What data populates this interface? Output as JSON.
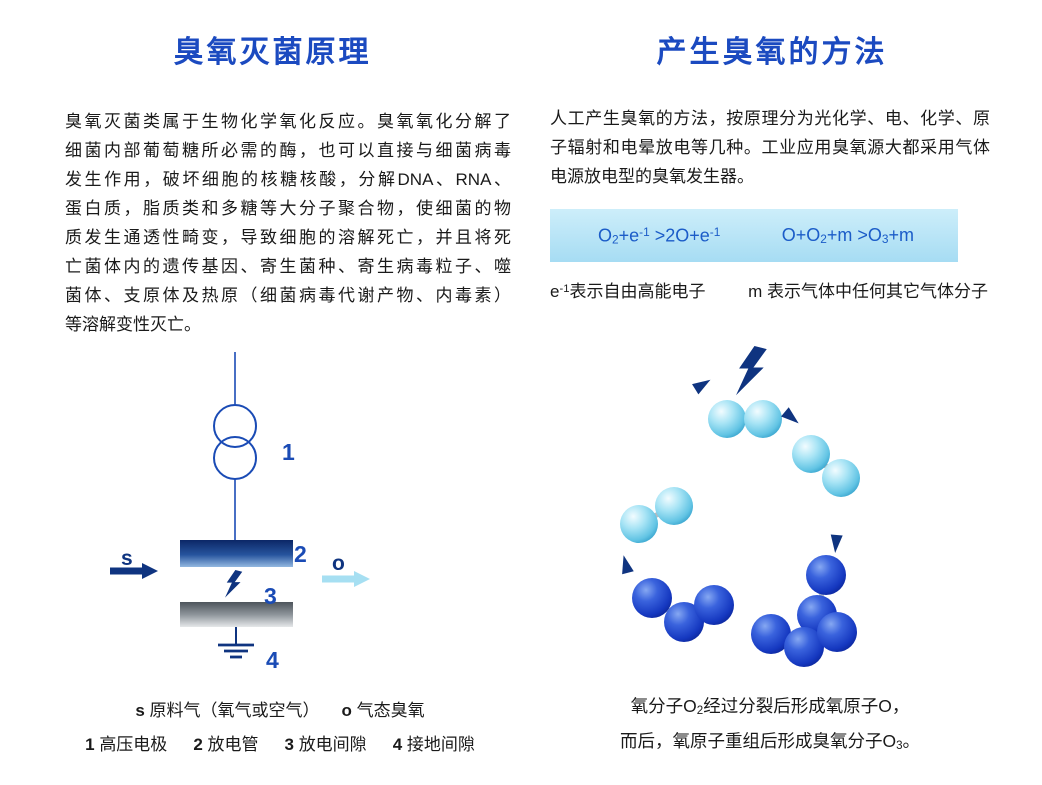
{
  "colors": {
    "title_blue": "#1b4ac0",
    "diagram_label_blue": "#1a4bb5",
    "navy": "#0f3480",
    "equation_blue": "#1b5cc8",
    "equation_box_bg": "#a6dcf3",
    "cyan_arrow": "#a6dff2",
    "oxygen_molecule_cyan": "#62c4e4",
    "ozone_molecule_blue": "#1538c0"
  },
  "icons": {
    "lightning_bolt": "svg-bolt-shape (electric discharge)",
    "flow_arrow": "svg-triangle (cycle direction)",
    "transformer": "two overlapping circles (high-voltage transformer)",
    "ground": "three shrinking horizontal bars (earth ground)"
  },
  "left": {
    "title": "臭氧灭菌原理",
    "paragraph_lines": [
      "臭氧灭菌类属于生物化学氧化反应。臭氧氧化分解了",
      "细菌内部葡萄糖所必需的酶，也可以直接与细菌病毒",
      "发生作用，破坏细胞的核糖核酸，分解DNA、RNA、",
      "蛋白质，脂质类和多糖等大分子聚合物，使细菌的物",
      "质发生通透性畸变，导致细胞的溶解死亡，并且将死",
      "亡菌体内的遗传基因、寄生菌种、寄生病毒粒子、噬",
      "菌体、支原体及热原（细菌病毒代谢产物、内毒素）",
      "等溶解变性灭亡。"
    ],
    "diagram": {
      "label_1": "1",
      "label_2": "2",
      "label_3": "3",
      "label_4": "4",
      "label_s": "s",
      "label_o": "o"
    },
    "caption_row1": [
      [
        {
          "t": "s ",
          "s": "b"
        },
        {
          "t": "原料气（氧气或空气）"
        }
      ],
      [
        {
          "t": "o ",
          "s": "b"
        },
        {
          "t": "气态臭氧"
        }
      ]
    ],
    "caption_row2": [
      [
        {
          "t": "1 ",
          "s": "b"
        },
        {
          "t": "高压电极"
        }
      ],
      [
        {
          "t": "2 ",
          "s": "b"
        },
        {
          "t": "放电管"
        }
      ],
      [
        {
          "t": "3 ",
          "s": "b"
        },
        {
          "t": "放电间隙"
        }
      ],
      [
        {
          "t": "4 ",
          "s": "b"
        },
        {
          "t": "接地间隙"
        }
      ]
    ]
  },
  "right": {
    "title": "产生臭氧的方法",
    "paragraph_lines": [
      "人工产生臭氧的方法，按原理分为光化学、电、化学、原",
      "子辐射和电晕放电等几种。工业应用臭氧源大都采用气体",
      "电源放电型的臭氧发生器。"
    ],
    "eq1": [
      {
        "t": "O"
      },
      {
        "t": "2",
        "s": "sub"
      },
      {
        "t": "+e"
      },
      {
        "t": "-1",
        "s": "sup"
      },
      {
        "t": " >2O+e"
      },
      {
        "t": "-1",
        "s": "sup"
      }
    ],
    "eq2": [
      {
        "t": "O+O"
      },
      {
        "t": "2",
        "s": "sub"
      },
      {
        "t": "+m >O"
      },
      {
        "t": "3",
        "s": "sub"
      },
      {
        "t": "+m"
      }
    ],
    "legend_e": [
      {
        "t": "e"
      },
      {
        "t": "-1",
        "s": "sup"
      },
      {
        "t": "表示自由高能电子"
      }
    ],
    "legend_m": [
      {
        "t": "m 表示气体中任何其它气体分子"
      }
    ],
    "caption_line1": [
      {
        "t": "氧分子O"
      },
      {
        "t": "2",
        "s": "sub"
      },
      {
        "t": "经过分裂后形成氧原子O，"
      }
    ],
    "caption_line2": [
      {
        "t": "而后，氧原子重组后形成臭氧分子O"
      },
      {
        "t": "3",
        "s": "sub"
      },
      {
        "t": "。"
      }
    ]
  }
}
